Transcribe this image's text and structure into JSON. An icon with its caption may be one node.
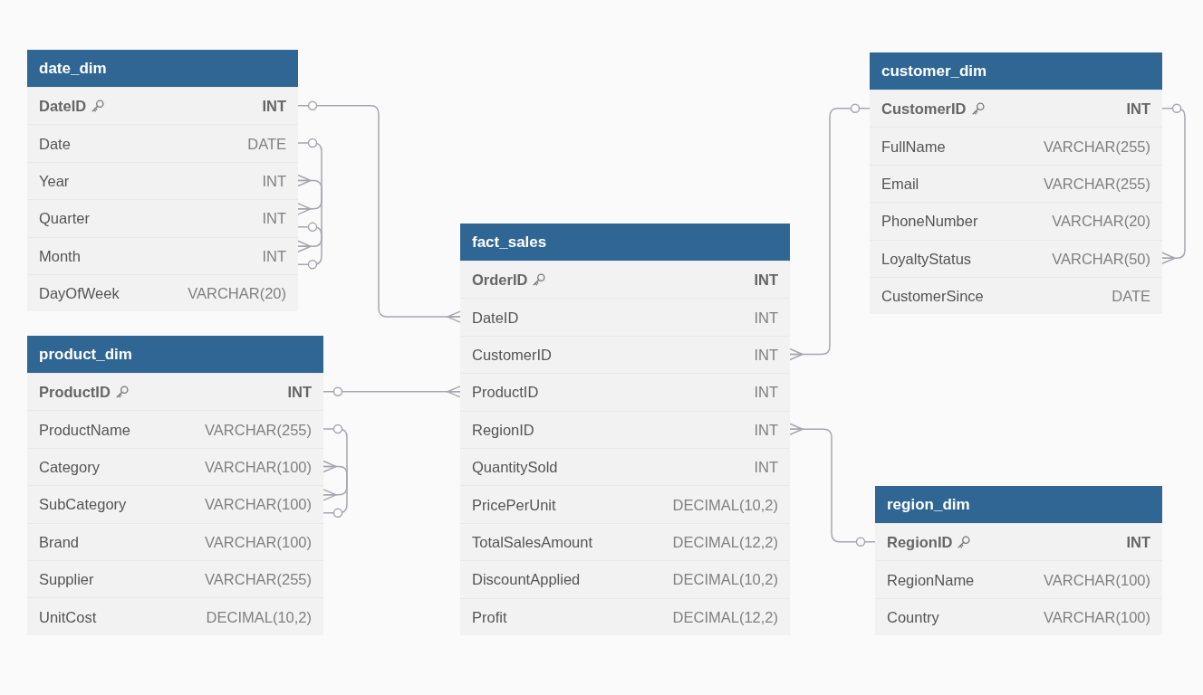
{
  "diagram": {
    "nodes": [
      {
        "text": [
          "date_dim"
        ]
      },
      {
        "text": [
          "DateID",
          "INT"
        ],
        "in": 0
      },
      {
        "text": [
          "Date",
          "DATE"
        ],
        "in": 0
      },
      {
        "text": [
          "Year",
          "INT"
        ],
        "in": 0
      },
      {
        "text": [
          "Quarter",
          "INT"
        ],
        "in": 0
      },
      {
        "text": [
          "Month",
          "INT"
        ],
        "in": 0
      },
      {
        "text": [
          "DayOfWeek",
          "VARCHAR(20)"
        ],
        "in": 0
      },
      {
        "text": [
          "customer_dim"
        ]
      },
      {
        "text": [
          "CustomerID",
          "INT"
        ],
        "in": 7
      },
      {
        "text": [
          "FullName",
          "VARCHAR(255)"
        ],
        "in": 7
      },
      {
        "text": [
          "Email",
          "VARCHAR(255)"
        ],
        "in": 7
      },
      {
        "text": [
          "PhoneNumber",
          "VARCHAR(20)"
        ],
        "in": 7
      },
      {
        "text": [
          "LoyaltyStatus",
          "VARCHAR(50)"
        ],
        "in": 7
      },
      {
        "text": [
          "CustomerSince",
          "DATE"
        ],
        "in": 7
      },
      {
        "text": [
          "fact_sales"
        ]
      },
      {
        "text": [
          "OrderID",
          "INT"
        ],
        "in": 14
      },
      {
        "text": [
          "DateID",
          "INT"
        ],
        "in": 14
      },
      {
        "text": [
          "CustomerID",
          "INT"
        ],
        "in": 14
      },
      {
        "text": [
          "ProductID",
          "INT"
        ],
        "in": 14
      },
      {
        "text": [
          "RegionID",
          "INT"
        ],
        "in": 14
      },
      {
        "text": [
          "QuantitySold",
          "INT"
        ],
        "in": 14
      },
      {
        "text": [
          "PricePerUnit",
          "DECIMAL(10,2)"
        ],
        "in": 14
      },
      {
        "text": [
          "TotalSalesAmount",
          "DECIMAL(12,2)"
        ],
        "in": 14
      },
      {
        "text": [
          "DiscountApplied",
          "DECIMAL(10,2)"
        ],
        "in": 14
      },
      {
        "text": [
          "Profit",
          "DECIMAL(12,2)"
        ],
        "in": 14
      },
      {
        "text": [
          "product_dim"
        ]
      },
      {
        "text": [
          "ProductID",
          "INT"
        ],
        "in": 25
      },
      {
        "text": [
          "ProductName",
          "VARCHAR(255)"
        ],
        "in": 25
      },
      {
        "text": [
          "Category",
          "VARCHAR(100)"
        ],
        "in": 25
      },
      {
        "text": [
          "SubCategory",
          "VARCHAR(100)"
        ],
        "in": 25
      },
      {
        "text": [
          "Brand",
          "VARCHAR(100)"
        ],
        "in": 25
      },
      {
        "text": [
          "Supplier",
          "VARCHAR(255)"
        ],
        "in": 25
      },
      {
        "text": [
          "UnitCost",
          "DECIMAL(10,2)"
        ],
        "in": 25
      },
      {
        "text": [
          "region_dim"
        ]
      },
      {
        "text": [
          "RegionID",
          "INT"
        ],
        "in": 33
      },
      {
        "text": [
          "RegionName",
          "VARCHAR(100)"
        ],
        "in": 33
      },
      {
        "text": [
          "Country",
          "VARCHAR(100)"
        ],
        "in": 33
      }
    ],
    "edges": [
      {
        "from": 1,
        "to": 16,
        "arrow": "other"
      },
      {
        "from": 2,
        "to": 4,
        "arrow": "other"
      },
      {
        "from": 4,
        "to": 5,
        "arrow": "other"
      },
      {
        "from": 5,
        "to": 3,
        "arrow": "other"
      },
      {
        "from": 8,
        "to": 17,
        "arrow": "other"
      },
      {
        "from": 8,
        "to": 12,
        "arrow": "other"
      },
      {
        "from": 26,
        "to": 18,
        "arrow": "other"
      },
      {
        "from": 27,
        "to": 29,
        "arrow": "other"
      },
      {
        "from": 29,
        "to": 28,
        "arrow": "other"
      },
      {
        "from": 34,
        "to": 19,
        "arrow": "other"
      }
    ]
  }
}
